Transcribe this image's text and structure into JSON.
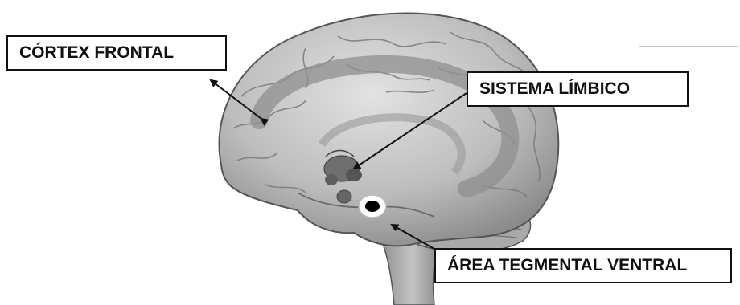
{
  "labels": {
    "cortex_frontal": "CÓRTEX FRONTAL",
    "sistema_limbico": "SISTEMA LÍMBICO",
    "area_tegmental_ventral": "ÁREA TEGMENTAL VENTRAL"
  },
  "colors": {
    "brain_fill": "#bdbdbd",
    "brain_shade": "#8a8a8a",
    "limbic_band": "#8f8f8f",
    "arrow": "#111111",
    "marker": "#000000"
  }
}
